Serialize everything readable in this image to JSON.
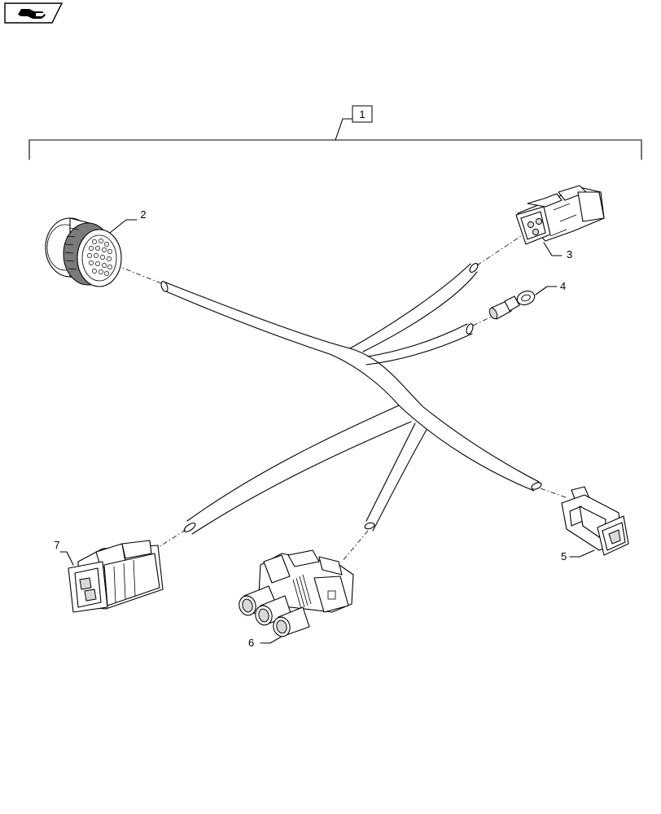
{
  "figure": {
    "assembly_callout": "1",
    "callouts": {
      "connector_round": "2",
      "connector_top_right": "3",
      "ring_terminal": "4",
      "connector_bottom_right": "5",
      "connector_three_pin": "6",
      "connector_left": "7"
    }
  },
  "icons": {
    "nav_icon": "back-arrow-icon"
  }
}
